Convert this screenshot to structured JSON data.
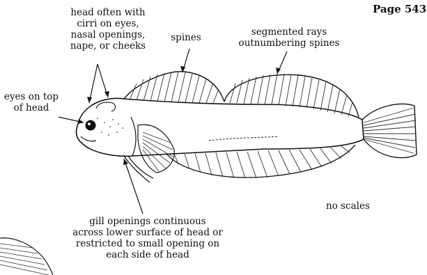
{
  "page_label": "Page 543",
  "labels": {
    "head_cirri": "head often with\ncirri on eyes,\nnasal openings,\nnape, or cheeks",
    "spines": "spines",
    "segmented_rays": "segmented rays\noutnumbering spines",
    "eyes_on_top": "eyes on top\nof head",
    "no_scales": "no scales",
    "gill_openings": "gill openings continuous\nacross lower surface of head or\nrestricted to small opening on\neach side of head"
  }
}
